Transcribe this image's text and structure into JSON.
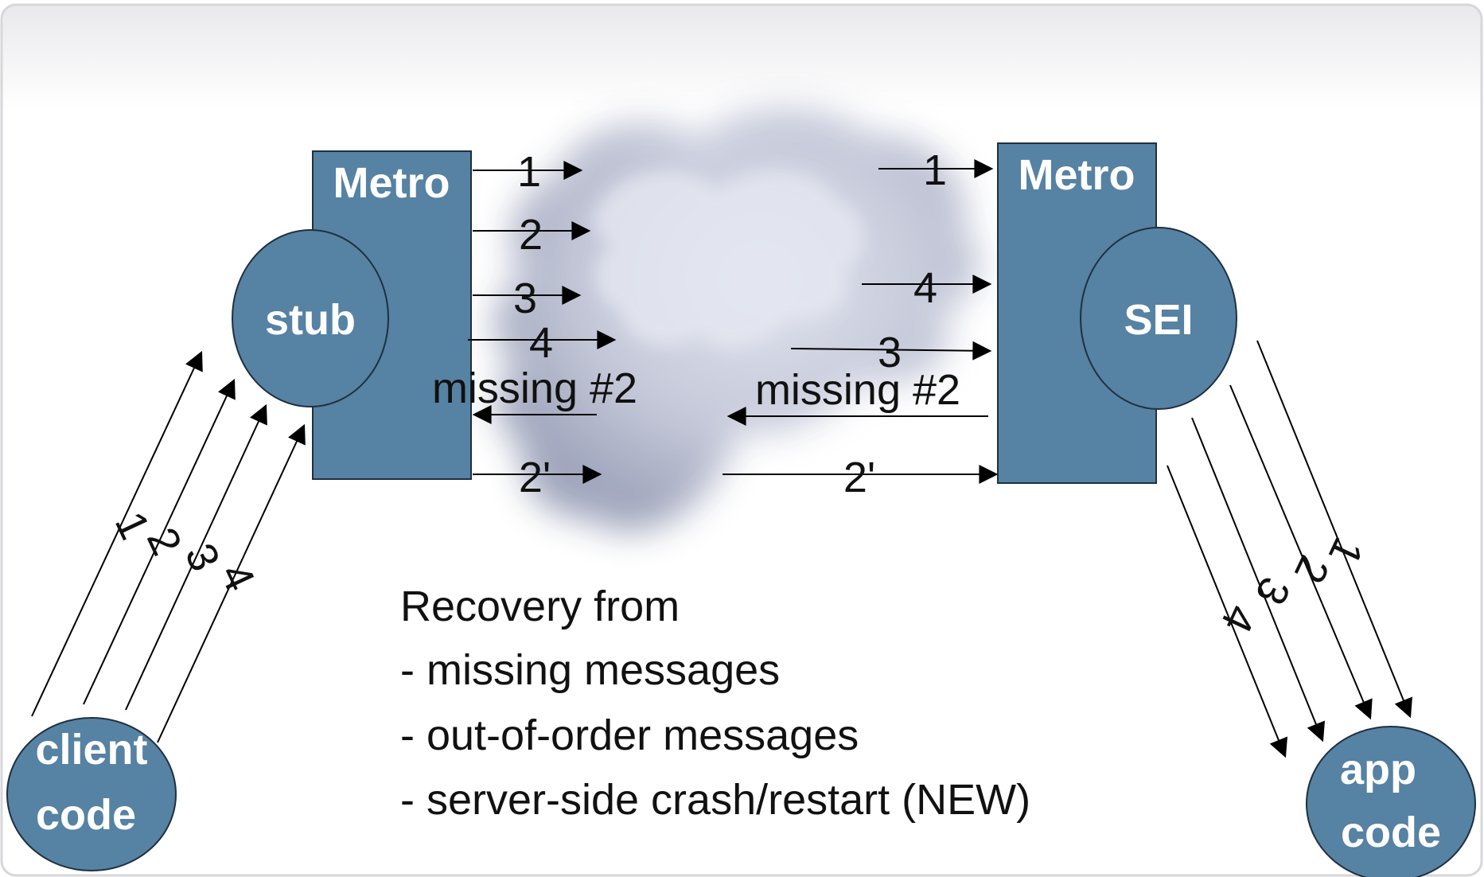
{
  "left": {
    "box_label": "Metro",
    "proxy_label": "stub",
    "client_label_line1": "client",
    "client_label_line2": "code",
    "outgoing": [
      "1",
      "2",
      "3",
      "4"
    ],
    "nack": "missing #2",
    "resend": "2'",
    "diagonal_labels": [
      "1",
      "2",
      "3",
      "4"
    ]
  },
  "right": {
    "box_label": "Metro",
    "proxy_label": "SEI",
    "app_label_line1": "app",
    "app_label_line2": "code",
    "incoming": [
      "1",
      "4",
      "3"
    ],
    "nack": "missing #2",
    "resend": "2'",
    "diagonal_labels": [
      "1",
      "2",
      "3",
      "4"
    ]
  },
  "notes": {
    "heading": "Recovery from",
    "items": [
      "- missing messages",
      "- out-of-order messages",
      "- server-side crash/restart (NEW)"
    ]
  },
  "colors": {
    "node_fill": "#5682A3",
    "node_stroke": "#1f3040",
    "arrow": "#000000",
    "cloud": "#b8bccd"
  }
}
